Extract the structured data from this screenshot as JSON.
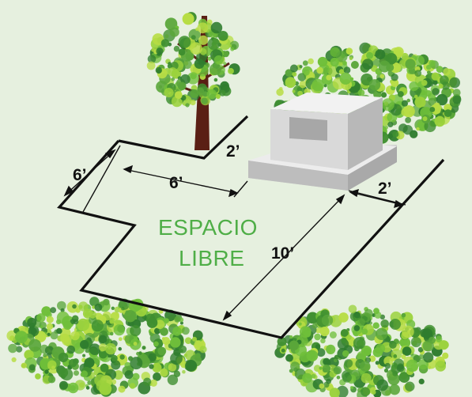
{
  "diagram": {
    "area_label_line1": "ESPACIO",
    "area_label_line2": "LIBRE",
    "dimensions": {
      "left_depth": "6’",
      "inner_width": "6’",
      "setback_top": "2’",
      "setback_right": "2’",
      "length": "10’"
    },
    "elements": [
      "tree",
      "monument",
      "shrub-top-right",
      "shrub-bottom-left",
      "shrub-bottom-right"
    ]
  },
  "colors": {
    "background": "#e6f0df",
    "area_label": "#4fae47",
    "outline": "#111111",
    "foliage_dark": "#2f7d2e",
    "foliage_mid": "#5aa63a",
    "foliage_light": "#9bd23c",
    "trunk": "#5a1f14",
    "stone": "#d6d6d6"
  }
}
